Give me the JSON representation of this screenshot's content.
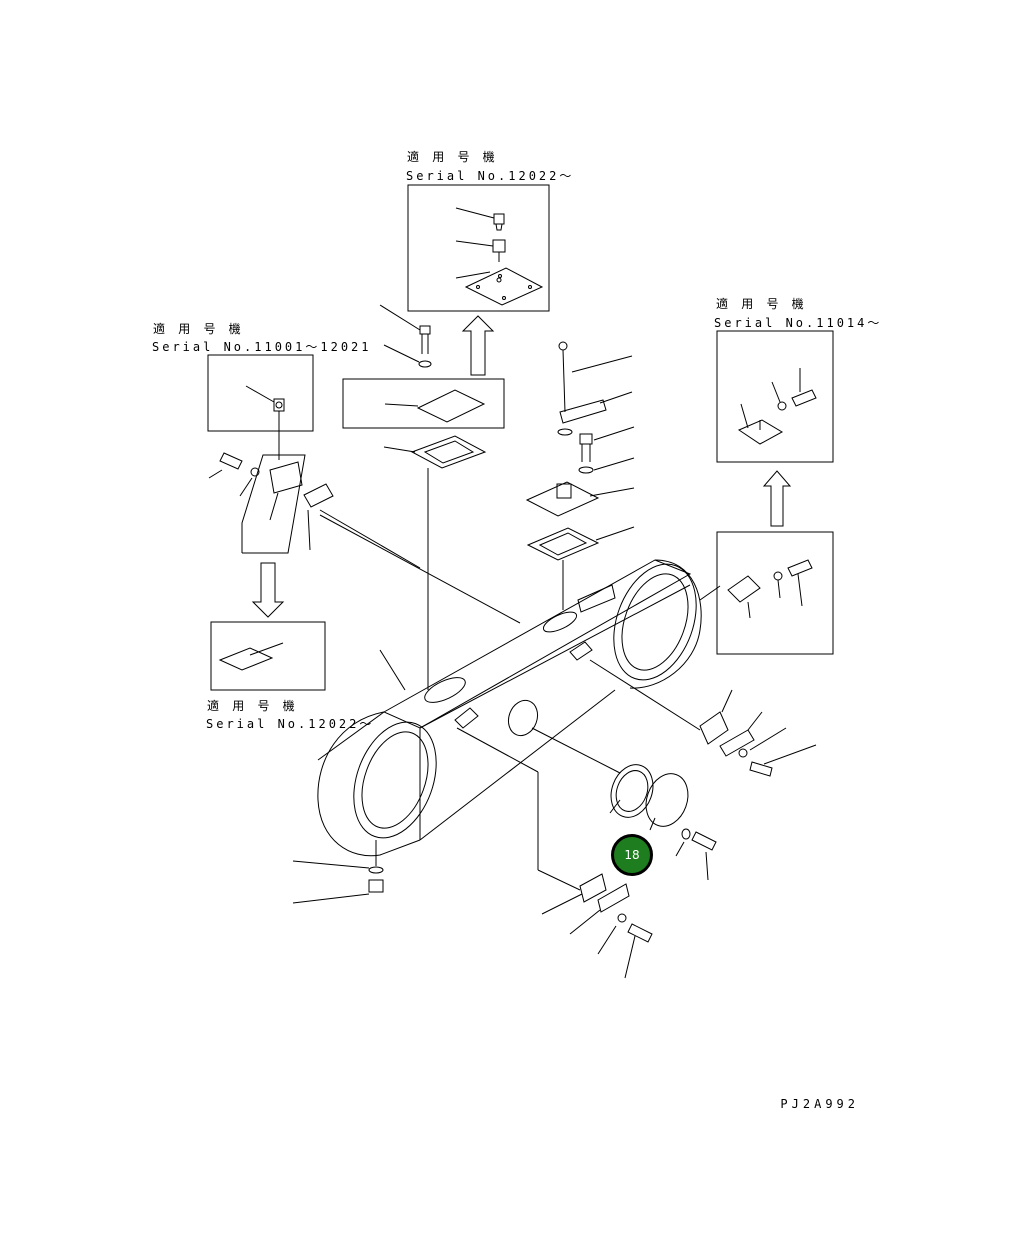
{
  "labels": {
    "applicable_top": "適 用 号 機",
    "serial_top": "Serial No.12022～",
    "applicable_left": "適 用 号 機",
    "serial_left": "Serial No.11001～12021",
    "applicable_right": "適 用 号 機",
    "serial_right": "Serial No.11014～",
    "applicable_bottom": "適 用 号 機",
    "serial_bottom": "Serial No.12022～"
  },
  "callout": {
    "number": "18",
    "color": "#1e7d1e"
  },
  "drawing_code": "PJ2A992"
}
